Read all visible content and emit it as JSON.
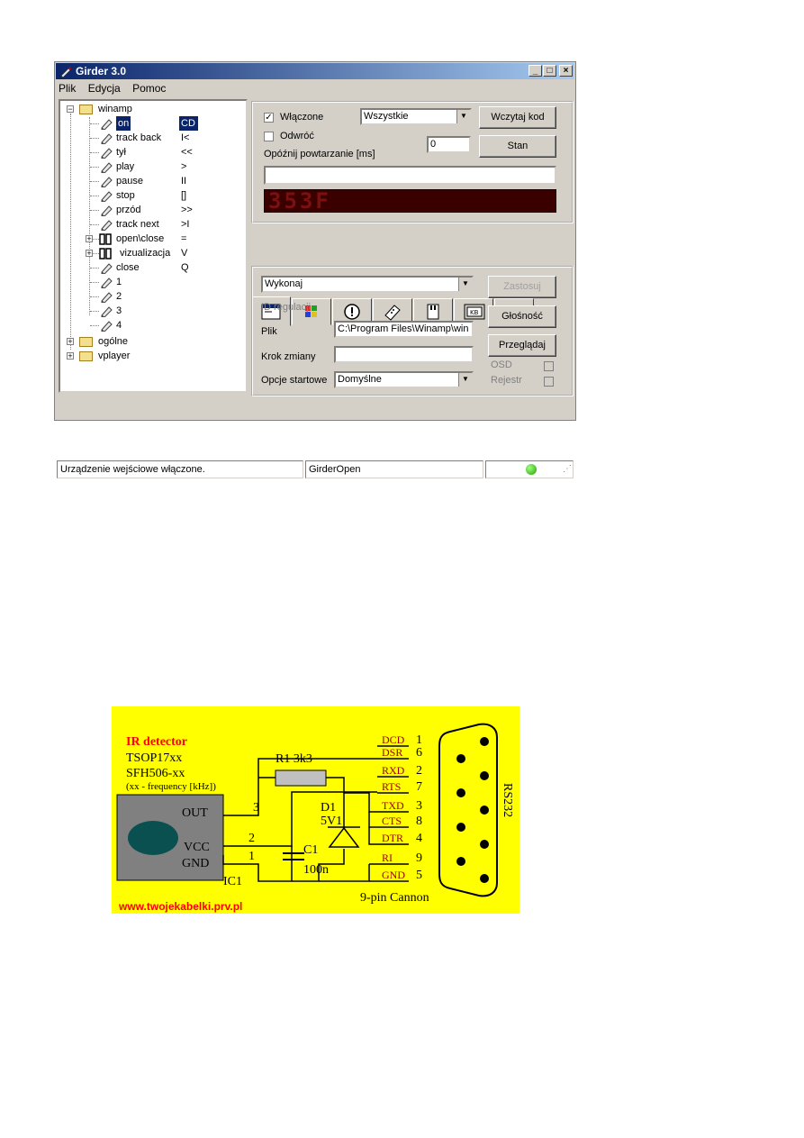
{
  "window": {
    "title": "Girder 3.0",
    "buttons": [
      "_",
      "□",
      "×"
    ],
    "menu": [
      "Plik",
      "Edycja",
      "Pomoc"
    ]
  },
  "tree": {
    "root": "winamp",
    "items": [
      {
        "label": "on",
        "key": "CD",
        "selected": true,
        "icon": "pencil-icon"
      },
      {
        "label": "track back",
        "key": "I<",
        "icon": "pencil-icon"
      },
      {
        "label": "tył",
        "key": "<<",
        "icon": "pencil-icon"
      },
      {
        "label": "play",
        "key": ">",
        "icon": "pencil-icon"
      },
      {
        "label": "pause",
        "key": "II",
        "icon": "pencil-icon"
      },
      {
        "label": "stop",
        "key": "[]",
        "icon": "pencil-icon"
      },
      {
        "label": "przód",
        "key": ">>",
        "icon": "pencil-icon"
      },
      {
        "label": "track next",
        "key": ">I",
        "icon": "pencil-icon"
      },
      {
        "label": "open\\close",
        "key": "=",
        "icon": "multigroup-icon"
      },
      {
        "label": "vizualizacja",
        "key": "V",
        "icon": "multigroup-icon"
      },
      {
        "label": "close",
        "key": "Q",
        "icon": "pencil-icon"
      },
      {
        "label": "1",
        "key": "",
        "icon": "pencil-icon"
      },
      {
        "label": "2",
        "key": "",
        "icon": "pencil-icon"
      },
      {
        "label": "3",
        "key": "",
        "icon": "pencil-icon"
      },
      {
        "label": "4",
        "key": "",
        "icon": "pencil-icon"
      }
    ],
    "folders": [
      "ogólne",
      "vplayer"
    ]
  },
  "top_panel": {
    "enabled_label": "Włączone",
    "invert_label": "Odwróć",
    "group_select": "Wszystkie",
    "load_code_button": "Wczytaj kod",
    "state_button": "Stan",
    "repeat_delay_label": "Opóźnij powtarzanie [ms]",
    "repeat_delay_value": "0",
    "code_input": "",
    "led_code": "353F"
  },
  "tabs": [
    "window-tab",
    "windows-logo-tab",
    "alert-tab",
    "remote-tab",
    "sdcard-tab",
    "keyboard-tab",
    "plugin-tab"
  ],
  "action_panel": {
    "action_select": "Wykonaj",
    "apply_button": "Zastosuj",
    "volume_button": "Głośność",
    "browse_button": "Przeglądaj",
    "id_label": "ID regulacji",
    "file_label": "Plik",
    "file_value": "C:\\Program Files\\Winamp\\win",
    "step_label": "Krok zmiany",
    "step_value": "",
    "osd_label": "OSD",
    "register_label": "Rejestr",
    "startup_label": "Opcje startowe",
    "startup_select": "Domyślne"
  },
  "statusbar": {
    "left": "Urządzenie wejściowe włączone.",
    "middle": "GirderOpen"
  },
  "circuit": {
    "title": "IR detector",
    "line1": "TSOP17xx",
    "line2": "SFH506-xx",
    "line3": "(xx - frequency [kHz])",
    "r1": "R1  3k3",
    "d1": "D1",
    "d1_value": "5V1",
    "c1": "C1",
    "c1_value": "100n",
    "out": "OUT",
    "vcc": "VCC",
    "gnd": "GND",
    "ic1": "IC1",
    "pin3": "3",
    "pin2": "2",
    "pin1": "1",
    "connector": "9-pin Cannon",
    "rs232": "RS232",
    "url": "www.twojekabelki.prv.pl",
    "pins": [
      {
        "name": "DCD",
        "num": "1"
      },
      {
        "name": "DSR",
        "num": "6"
      },
      {
        "name": "RXD",
        "num": "2"
      },
      {
        "name": "RTS",
        "num": "7"
      },
      {
        "name": "TXD",
        "num": "3"
      },
      {
        "name": "CTS",
        "num": "8"
      },
      {
        "name": "DTR",
        "num": "4"
      },
      {
        "name": "RI",
        "num": "9"
      },
      {
        "name": "GND",
        "num": "5"
      }
    ],
    "colors": {
      "background": "#ffff00",
      "title": "#ff0000",
      "pin_labels": "#a00000",
      "body": "#808080"
    }
  }
}
